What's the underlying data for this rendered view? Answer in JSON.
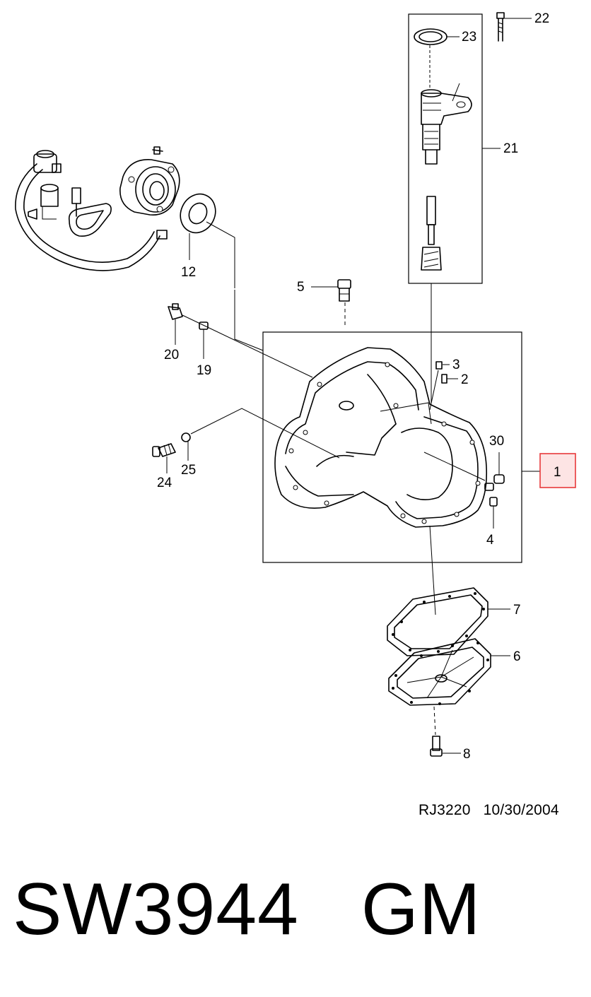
{
  "diagram": {
    "callouts": {
      "c1": "1",
      "c2": "2",
      "c3": "3",
      "c4": "4",
      "c5": "5",
      "c6": "6",
      "c7": "7",
      "c8": "8",
      "c12": "12",
      "c19": "19",
      "c20": "20",
      "c21": "21",
      "c22": "22",
      "c23": "23",
      "c24": "24",
      "c25": "25",
      "c30": "30"
    },
    "highlight_color": "#e8393b",
    "highlight_fill": "#fde4e4"
  },
  "footer": {
    "reference_code": "RJ3220",
    "date": "10/30/2004"
  },
  "caption": {
    "part_number": "SW3944",
    "brand": "GM"
  }
}
